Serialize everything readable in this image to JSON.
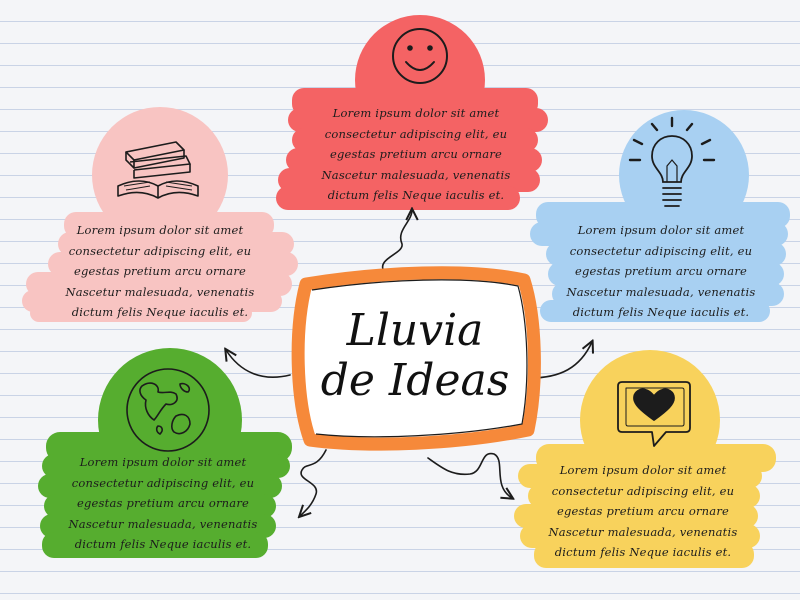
{
  "center": {
    "line1": "Lluvia",
    "line2": "de Ideas"
  },
  "ideas": [
    {
      "id": "top",
      "color": "#f46364",
      "icon": "smiley-icon",
      "lines": [
        "Lorem ipsum dolor sit amet",
        "consectetur adipiscing elit, eu",
        "egestas pretium arcu ornare",
        "Nascetur malesuada, venenatis",
        "dictum felis Neque iaculis et."
      ]
    },
    {
      "id": "left",
      "color": "#f8c4c2",
      "icon": "books-icon",
      "lines": [
        "Lorem ipsum dolor sit amet",
        "consectetur adipiscing elit, eu",
        "egestas pretium arcu ornare",
        "Nascetur malesuada, venenatis",
        "dictum felis Neque iaculis et."
      ]
    },
    {
      "id": "right",
      "color": "#a8d0f2",
      "icon": "lightbulb-icon",
      "lines": [
        "Lorem ipsum dolor sit amet",
        "consectetur adipiscing elit, eu",
        "egestas pretium arcu ornare",
        "Nascetur malesuada, venenatis",
        "dictum felis Neque iaculis et."
      ]
    },
    {
      "id": "bottom-left",
      "color": "#56ad2f",
      "icon": "globe-icon",
      "lines": [
        "Lorem ipsum dolor sit amet",
        "consectetur adipiscing elit, eu",
        "egestas pretium arcu ornare",
        "Nascetur malesuada, venenatis",
        "dictum felis Neque iaculis et."
      ]
    },
    {
      "id": "bottom-right",
      "color": "#f8d25c",
      "icon": "heart-bubble-icon",
      "lines": [
        "Lorem ipsum dolor sit amet",
        "consectetur adipiscing elit, eu",
        "egestas pretium arcu ornare",
        "Nascetur malesuada, venenatis",
        "dictum felis Neque iaculis et."
      ]
    }
  ],
  "colors": {
    "center_border": "#f6893a",
    "ink": "#1c1c1c"
  }
}
